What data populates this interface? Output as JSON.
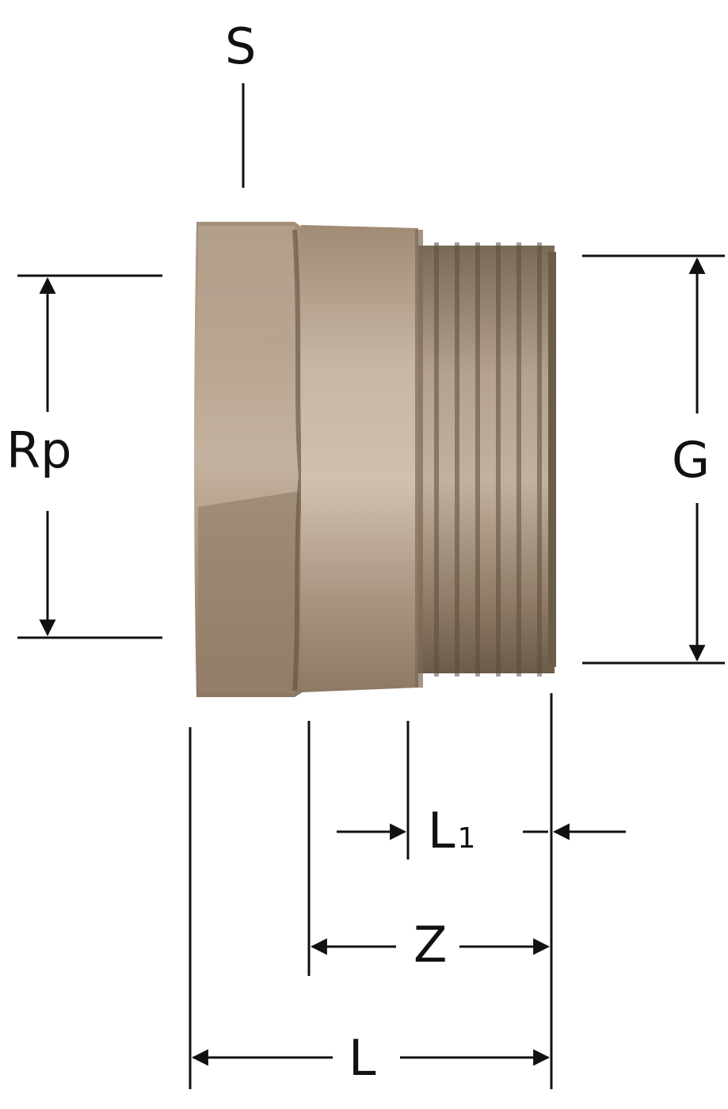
{
  "labels": {
    "s": "S",
    "rp": "Rp",
    "g": "G",
    "l1_main": "L",
    "l1_sub": "1",
    "z": "Z",
    "l": "L"
  },
  "colors": {
    "ink": "#111111",
    "bronze_dark": "#6f5f4d",
    "bronze_mid": "#a08d78",
    "bronze_light": "#c9b9a6",
    "thread_dark": "#5a4d3f"
  }
}
